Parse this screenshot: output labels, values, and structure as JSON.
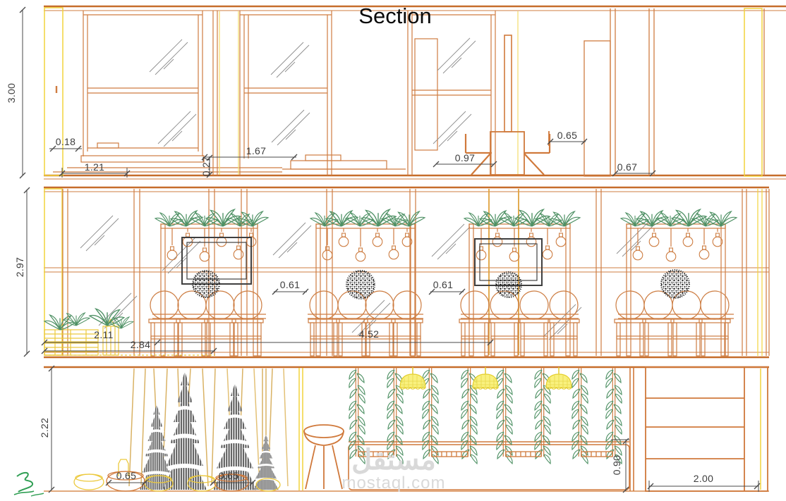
{
  "title": "Section",
  "watermark": {
    "logo_text": "مستقل",
    "site_text": "mostaql.com"
  },
  "dimensions": {
    "top_height": "3.00",
    "top_wall": "0.18",
    "top_sill_width": "1.21",
    "top_opening": "1.67",
    "top_step": "0.27",
    "top_door": "0.97",
    "top_panel": "0.65",
    "top_column": "0.67",
    "mid_height": "2.97",
    "mid_gap_left": "0.61",
    "mid_gap_right": "0.61",
    "mid_span_a": "2.11",
    "mid_span_b": "2.84",
    "mid_span_c": "4.52",
    "bot_height": "2.22",
    "bot_pot_a": "0.65",
    "bot_pot_b": "0.65",
    "bot_counter": "0.90",
    "bot_cabinet": "2.00"
  },
  "colors": {
    "line_orange": "#cf7c41",
    "line_orange_dark": "#c66d2b",
    "accent_yellow": "#f2d43c",
    "plant_green": "#4f9165",
    "tree_gray": "#555555",
    "dim_gray": "#3d3d3d",
    "mirror_dark": "#3f3f3f",
    "bamboo_tan": "#d9b264",
    "lamp_yellow": "#f6e84e",
    "watermark_gray": "#d9d9d9"
  }
}
